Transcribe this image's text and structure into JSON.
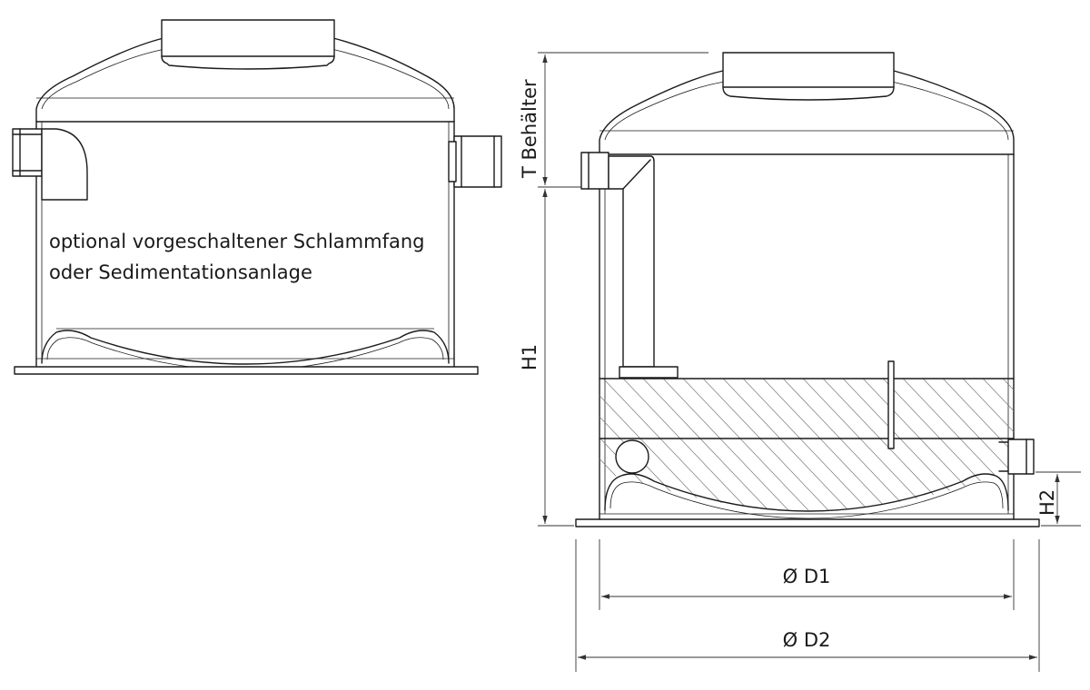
{
  "note": {
    "line1": "optional vorgeschaltener Schlammfang",
    "line2": "oder Sedimentationsanlage"
  },
  "dimensions": {
    "t_behaelter": "T Behälter",
    "h1": "H1",
    "h2": "H2",
    "d1": "Ø D1",
    "d2": "Ø D2"
  }
}
